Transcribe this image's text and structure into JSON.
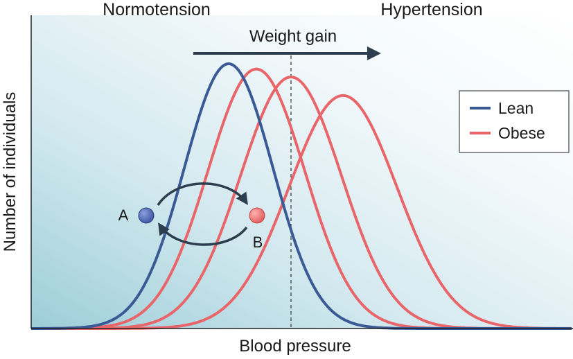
{
  "chart_data": {
    "type": "line",
    "xlabel": "Blood pressure",
    "ylabel": "Number of individuals",
    "regions": {
      "left": "Normotension",
      "right": "Hypertension"
    },
    "arrow_label": "Weight gain",
    "legend": [
      {
        "name": "Lean",
        "color": "#3a5a96"
      },
      {
        "name": "Obese",
        "color": "#e8666a"
      }
    ],
    "legend_position": "top-right",
    "grid": false,
    "threshold_line": {
      "x": 415,
      "style": "dashed"
    },
    "points": [
      {
        "name": "A",
        "color": "#5068b0"
      },
      {
        "name": "B",
        "color": "#f07a7a"
      }
    ],
    "cycle_arrows": "A to B (top), B to A (bottom)",
    "series": [
      {
        "name": "Lean",
        "color": "#3a5a96",
        "mean": 330,
        "sd": 64,
        "peak": 1.0
      },
      {
        "name": "Obese",
        "color": "#e8666a",
        "mean": 370,
        "sd": 70,
        "peak": 0.98
      },
      {
        "name": "Obese",
        "color": "#e8666a",
        "mean": 420,
        "sd": 73,
        "peak": 0.95
      },
      {
        "name": "Obese",
        "color": "#e8666a",
        "mean": 495,
        "sd": 78,
        "peak": 0.88
      }
    ]
  }
}
